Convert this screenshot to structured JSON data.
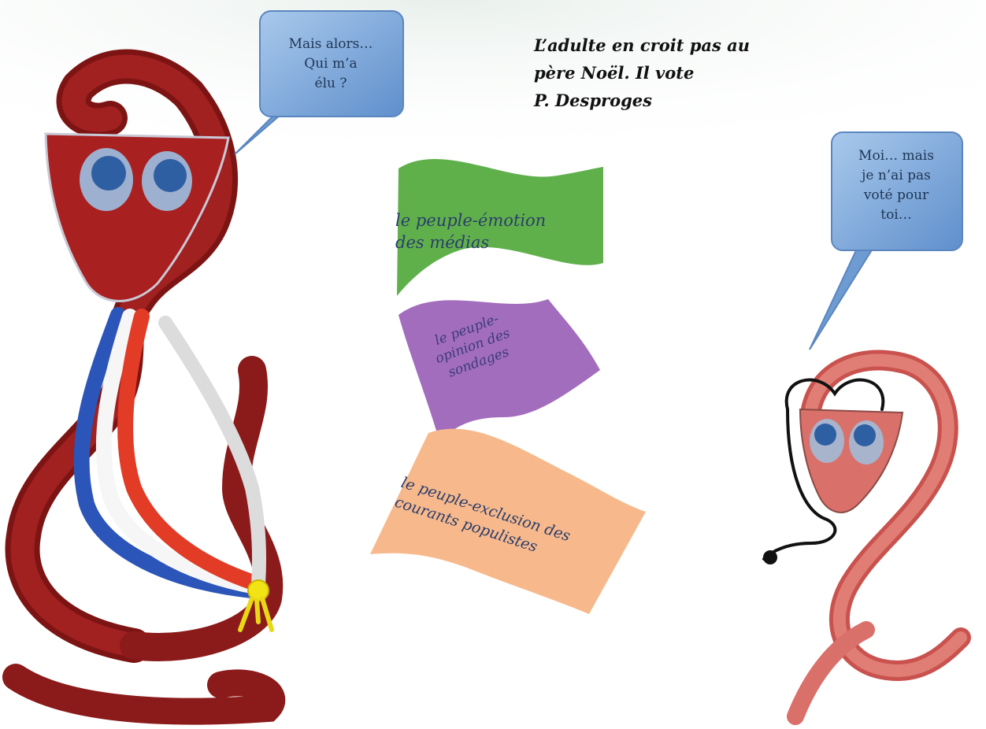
{
  "quote": {
    "lines": [
      "L’adulte en croit pas au",
      "père Noël. Il vote",
      "P. Desproges"
    ]
  },
  "bubbles": {
    "left": [
      "Mais alors…",
      "Qui m’a",
      "élu ?"
    ],
    "right": [
      "Moi… mais",
      "je n’ai pas",
      "voté pour",
      "toi…"
    ]
  },
  "flags": {
    "green": [
      "le peuple-émotion",
      "des médias"
    ],
    "purple": [
      "le peuple-",
      "opinion des",
      "sondages"
    ],
    "peach": [
      "le peuple-exclusion des",
      "courants populistes"
    ]
  },
  "colors": {
    "dark_snake": "#8b1a1a",
    "light_snake": "#d9706a",
    "green_flag": "#5fb04b",
    "purple_flag": "#a36dbd",
    "peach_flag": "#f7b98c",
    "bubble": "#7aa6d6",
    "sash_blue": "#2b55b8",
    "sash_red": "#e23b26"
  },
  "icons": [
    "speech-bubble-icon",
    "snake-mayor-icon",
    "snake-doctor-icon",
    "stethoscope-icon"
  ]
}
